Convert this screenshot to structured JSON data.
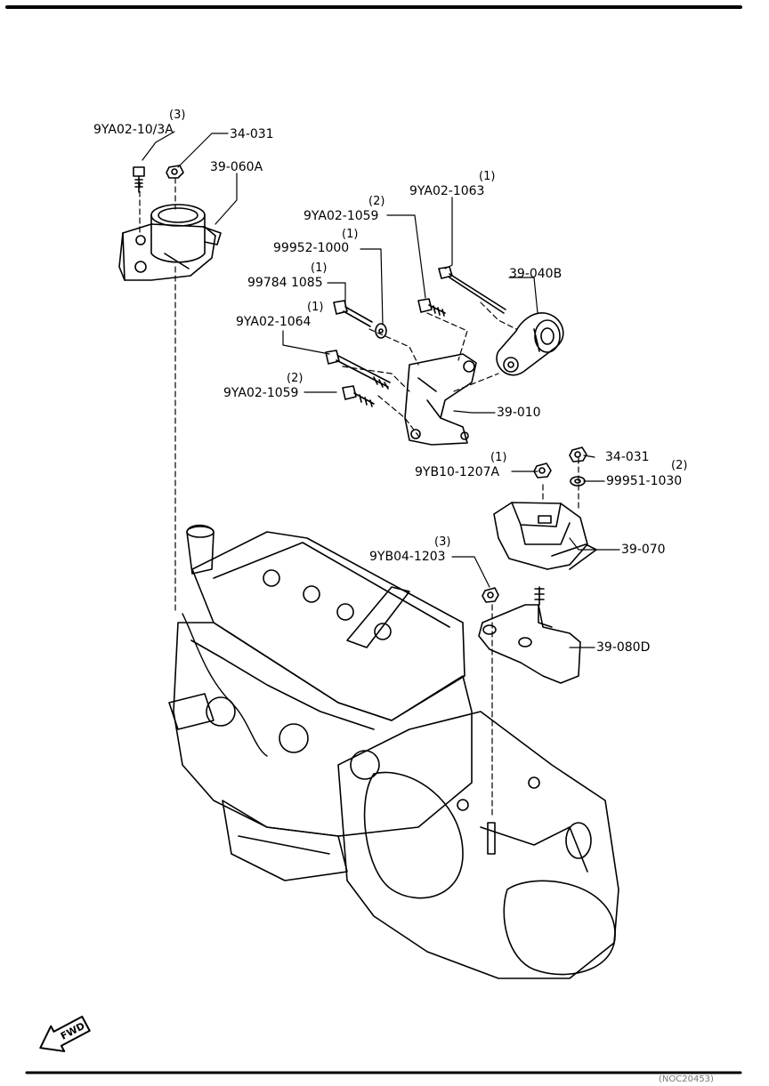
{
  "callouts": [
    {
      "id": "c1",
      "part": "9YA02-10/3A",
      "qty": "(3)"
    },
    {
      "id": "c2",
      "part": "34-031",
      "qty": ""
    },
    {
      "id": "c3",
      "part": "39-060A",
      "qty": ""
    },
    {
      "id": "c4",
      "part": "9YA02-1063",
      "qty": "(1)"
    },
    {
      "id": "c5",
      "part": "9YA02-1059",
      "qty": "(2)"
    },
    {
      "id": "c6",
      "part": "99952-1000",
      "qty": "(1)"
    },
    {
      "id": "c7",
      "part": "99784 1085",
      "qty": "(1)"
    },
    {
      "id": "c8",
      "part": "39-040B",
      "qty": ""
    },
    {
      "id": "c9",
      "part": "9YA02-1064",
      "qty": "(1)"
    },
    {
      "id": "c10",
      "part": "9YA02-1059",
      "qty": "(2)"
    },
    {
      "id": "c11",
      "part": "39-010",
      "qty": ""
    },
    {
      "id": "c12",
      "part": "34-031",
      "qty": ""
    },
    {
      "id": "c13",
      "part": "9YB10-1207A",
      "qty": "(1)"
    },
    {
      "id": "c14",
      "part": "99951-1030",
      "qty": "(2)"
    },
    {
      "id": "c15",
      "part": "39-070",
      "qty": ""
    },
    {
      "id": "c16",
      "part": "9YB04-1203",
      "qty": "(3)"
    },
    {
      "id": "c17",
      "part": "39-080D",
      "qty": ""
    }
  ],
  "direction_badge": "FWD",
  "footer_code": "(NOC20453)"
}
